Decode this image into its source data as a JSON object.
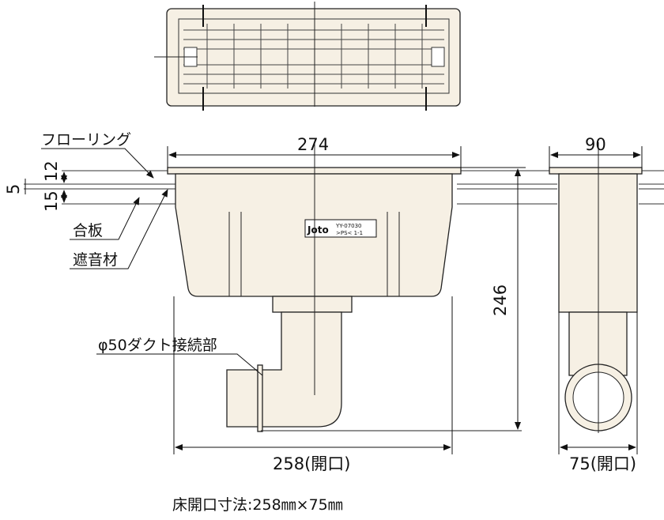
{
  "labels": {
    "flooring": "フローリング",
    "plywood": "合板",
    "sound_insulation": "遮音材",
    "duct": "φ50ダクト接続部"
  },
  "dimensions": {
    "width_top": "274",
    "width_opening": "258(開口)",
    "height": "246",
    "depth_top": "90",
    "depth_opening": "75(開口)",
    "layer_flooring": "12",
    "layer_insulation": "5",
    "layer_plywood": "15"
  },
  "product_label": {
    "brand": "Joto",
    "model": "YY-07030",
    "material": ">PS< 1-1"
  },
  "footer": "床開口寸法:258㎜×75㎜"
}
